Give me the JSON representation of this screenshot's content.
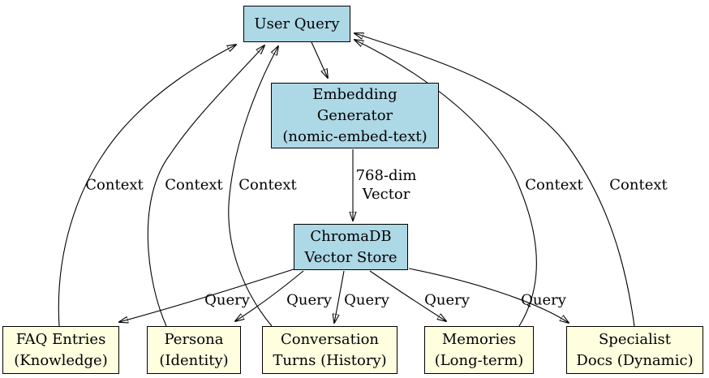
{
  "diagram": {
    "colors": {
      "process_node_fill": "#add8e6",
      "store_node_fill": "#ffffe0",
      "node_border": "#000000",
      "edge_color": "#000000",
      "background": "#ffffff"
    },
    "nodes": {
      "user_query": {
        "label": "User Query"
      },
      "embedding_generator": {
        "label": "Embedding\nGenerator\n(nomic-embed-text)"
      },
      "chromadb": {
        "label": "ChromaDB\nVector Store"
      },
      "faq_entries": {
        "label": "FAQ Entries\n(Knowledge)"
      },
      "persona": {
        "label": "Persona\n(Identity)"
      },
      "conversation_turns": {
        "label": "Conversation\nTurns (History)"
      },
      "memories": {
        "label": "Memories\n(Long-term)"
      },
      "specialist_docs": {
        "label": "Specialist\nDocs (Dynamic)"
      }
    },
    "edge_labels": {
      "context": "Context",
      "query": "Query",
      "vector": "768-dim\nVector"
    }
  }
}
